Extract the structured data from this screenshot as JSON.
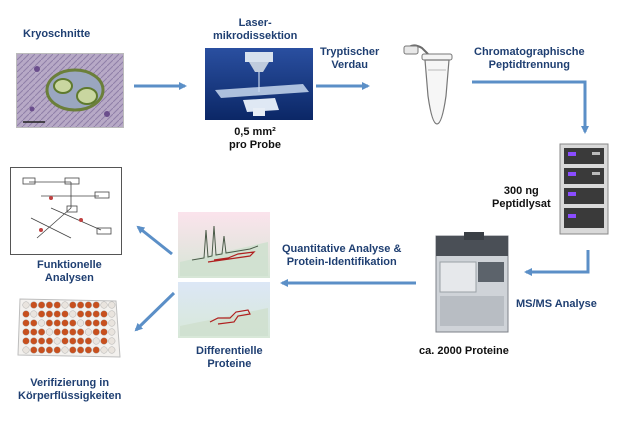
{
  "labels": {
    "kryoschnitte": "Kryoschnitte",
    "laser_1": "Laser-",
    "laser_2": "mikrodissektion",
    "area_1": "0,5 mm²",
    "area_2": "pro Probe",
    "tryptic_1": "Tryptischer",
    "tryptic_2": "Verdau",
    "chrom_1": "Chromatographische",
    "chrom_2": "Peptidtrennung",
    "ng_1": "300 ng",
    "ng_2": "Peptidlysat",
    "msms": "MS/MS Analyse",
    "ca_proteins": "ca. 2000 Proteine",
    "quant_1": "Quantitative Analyse &",
    "quant_2": "Protein-Identifikation",
    "diff_1": "Differentielle",
    "diff_2": "Proteine",
    "func_1": "Funktionelle",
    "func_2": "Analysen",
    "verif_1": "Verifizierung in",
    "verif_2": "Körperflüssigkeiten"
  },
  "colors": {
    "label_text": "#1f3f72",
    "arrow": "#5b8fc7",
    "plate_well": "#c8501e",
    "peak_line": "#b02020"
  },
  "icons": [
    "tissue-section-image",
    "laser-microdissection-image",
    "eppendorf-tube-icon",
    "hplc-system-image",
    "mass-spectrometer-image",
    "peak-landscape-image",
    "pathway-map-image",
    "well-plate-image"
  ]
}
